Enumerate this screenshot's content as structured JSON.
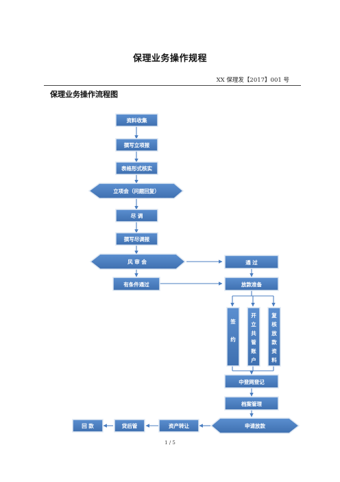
{
  "document": {
    "title": "保理业务操作规程",
    "number": "XX 保理发【2017】001 号",
    "section_title": "保理业务操作流程图",
    "page": "1 / 5"
  },
  "flow": {
    "nodes": {
      "data_collection": "资料收集",
      "write_proposal": "撰写立项报",
      "form_check": "表格形式核实",
      "project_meeting": "立项会（问题回复）",
      "due_diligence": "尽  调",
      "write_dd_report": "撰写尽调报",
      "risk_committee": "风  审  会",
      "passed": "通  过",
      "conditional_pass": "有条件通过",
      "loan_prep": "放款准备",
      "sign": "签\n约",
      "open_account": "开\n立\n共\n管\n账\n户",
      "review_docs": "复\n核\n放\n款\n资\n料",
      "zhongdeng_registration": "中登网登记",
      "archive_management": "档案管理",
      "apply_loan": "申请放款",
      "asset_transfer": "资产转让",
      "post_loan": "贷后管",
      "repayment": "回  款"
    },
    "colors": {
      "box_fill": "#4a7ec1",
      "box_border": "#dfe8f3",
      "arrow": "#4a7ec1"
    }
  }
}
